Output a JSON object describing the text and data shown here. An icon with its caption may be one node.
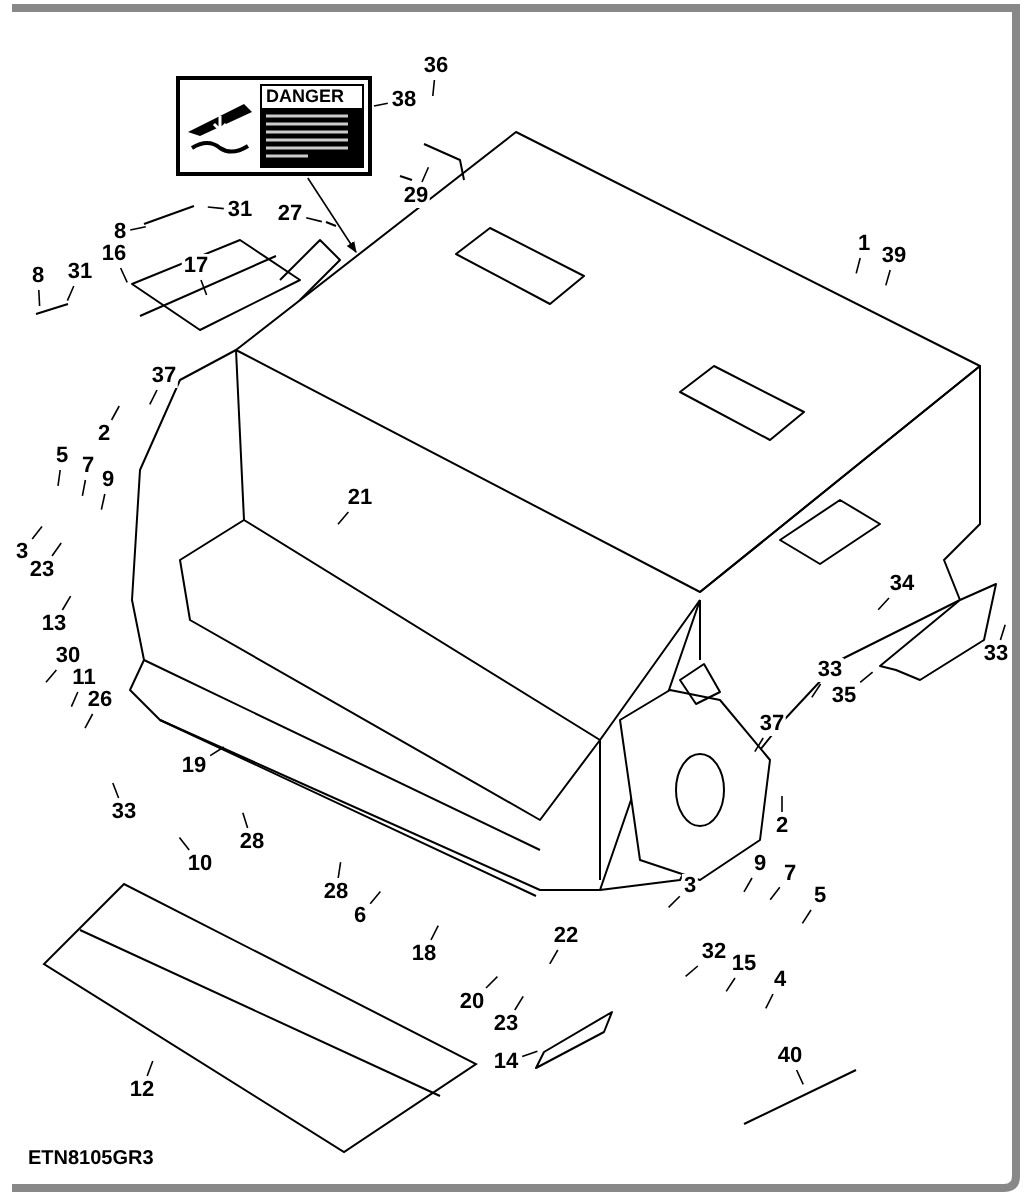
{
  "diagram": {
    "nodes": [
      {
        "text": [
          "36"
        ]
      },
      {
        "text": [
          "DANGER"
        ]
      },
      {
        "text": [
          "38"
        ]
      },
      {
        "text": [
          "29"
        ]
      },
      {
        "text": [
          "27"
        ]
      },
      {
        "text": [
          "31"
        ]
      },
      {
        "text": [
          "8"
        ]
      },
      {
        "text": [
          "1"
        ]
      },
      {
        "text": [
          "39"
        ]
      },
      {
        "text": [
          "16"
        ]
      },
      {
        "text": [
          "17"
        ]
      },
      {
        "text": [
          "31"
        ]
      },
      {
        "text": [
          "8"
        ]
      },
      {
        "text": [
          "37"
        ]
      },
      {
        "text": [
          "2"
        ]
      },
      {
        "text": [
          "5"
        ]
      },
      {
        "text": [
          "7"
        ]
      },
      {
        "text": [
          "9"
        ]
      },
      {
        "text": [
          "21"
        ]
      },
      {
        "text": [
          "3"
        ]
      },
      {
        "text": [
          "23"
        ]
      },
      {
        "text": [
          "34"
        ]
      },
      {
        "text": [
          "13"
        ]
      },
      {
        "text": [
          "33"
        ]
      },
      {
        "text": [
          "30"
        ]
      },
      {
        "text": [
          "33"
        ]
      },
      {
        "text": [
          "11"
        ]
      },
      {
        "text": [
          "35"
        ]
      },
      {
        "text": [
          "26"
        ]
      },
      {
        "text": [
          "37"
        ]
      },
      {
        "text": [
          "19"
        ]
      },
      {
        "text": [
          "33"
        ]
      },
      {
        "text": [
          "2"
        ]
      },
      {
        "text": [
          "28"
        ]
      },
      {
        "text": [
          "10"
        ]
      },
      {
        "text": [
          "9"
        ]
      },
      {
        "text": [
          "7"
        ]
      },
      {
        "text": [
          "3"
        ]
      },
      {
        "text": [
          "5"
        ]
      },
      {
        "text": [
          "28"
        ]
      },
      {
        "text": [
          "6"
        ]
      },
      {
        "text": [
          "22"
        ]
      },
      {
        "text": [
          "32"
        ]
      },
      {
        "text": [
          "18"
        ]
      },
      {
        "text": [
          "15"
        ]
      },
      {
        "text": [
          "4"
        ]
      },
      {
        "text": [
          "20"
        ]
      },
      {
        "text": [
          "23"
        ]
      },
      {
        "text": [
          "40"
        ]
      },
      {
        "text": [
          "14"
        ]
      },
      {
        "text": [
          "12"
        ]
      }
    ],
    "edges": [
      {
        "from": 0,
        "to": null,
        "arrow": "none"
      },
      {
        "from": 1,
        "to": null,
        "arrow": "to"
      },
      {
        "from": 2,
        "to": 1,
        "arrow": "none"
      },
      {
        "from": 3,
        "to": null,
        "arrow": "none"
      },
      {
        "from": 4,
        "to": null,
        "arrow": "none"
      },
      {
        "from": 5,
        "to": null,
        "arrow": "none"
      },
      {
        "from": 6,
        "to": null,
        "arrow": "none"
      },
      {
        "from": 7,
        "to": null,
        "arrow": "none"
      },
      {
        "from": 8,
        "to": null,
        "arrow": "none"
      },
      {
        "from": 9,
        "to": null,
        "arrow": "none"
      },
      {
        "from": 10,
        "to": null,
        "arrow": "none"
      },
      {
        "from": 11,
        "to": null,
        "arrow": "none"
      },
      {
        "from": 12,
        "to": null,
        "arrow": "none"
      },
      {
        "from": 13,
        "to": null,
        "arrow": "none"
      },
      {
        "from": 14,
        "to": null,
        "arrow": "none"
      },
      {
        "from": 15,
        "to": null,
        "arrow": "none"
      },
      {
        "from": 16,
        "to": null,
        "arrow": "none"
      },
      {
        "from": 17,
        "to": null,
        "arrow": "none"
      },
      {
        "from": 18,
        "to": null,
        "arrow": "none"
      },
      {
        "from": 19,
        "to": null,
        "arrow": "none"
      },
      {
        "from": 20,
        "to": null,
        "arrow": "none"
      },
      {
        "from": 21,
        "to": null,
        "arrow": "none"
      },
      {
        "from": 22,
        "to": null,
        "arrow": "none"
      },
      {
        "from": 23,
        "to": null,
        "arrow": "none"
      },
      {
        "from": 24,
        "to": null,
        "arrow": "none"
      },
      {
        "from": 25,
        "to": null,
        "arrow": "none"
      },
      {
        "from": 26,
        "to": null,
        "arrow": "none"
      },
      {
        "from": 27,
        "to": null,
        "arrow": "none"
      },
      {
        "from": 28,
        "to": null,
        "arrow": "none"
      },
      {
        "from": 29,
        "to": null,
        "arrow": "none"
      },
      {
        "from": 30,
        "to": null,
        "arrow": "none"
      },
      {
        "from": 31,
        "to": null,
        "arrow": "none"
      },
      {
        "from": 32,
        "to": null,
        "arrow": "none"
      },
      {
        "from": 33,
        "to": null,
        "arrow": "none"
      },
      {
        "from": 34,
        "to": null,
        "arrow": "none"
      },
      {
        "from": 35,
        "to": null,
        "arrow": "none"
      },
      {
        "from": 36,
        "to": null,
        "arrow": "none"
      },
      {
        "from": 37,
        "to": null,
        "arrow": "none"
      },
      {
        "from": 38,
        "to": null,
        "arrow": "none"
      },
      {
        "from": 39,
        "to": null,
        "arrow": "none"
      },
      {
        "from": 40,
        "to": null,
        "arrow": "none"
      },
      {
        "from": 41,
        "to": null,
        "arrow": "none"
      },
      {
        "from": 42,
        "to": null,
        "arrow": "none"
      },
      {
        "from": 43,
        "to": null,
        "arrow": "none"
      },
      {
        "from": 44,
        "to": null,
        "arrow": "none"
      },
      {
        "from": 45,
        "to": null,
        "arrow": "none"
      },
      {
        "from": 46,
        "to": null,
        "arrow": "none"
      },
      {
        "from": 47,
        "to": null,
        "arrow": "none"
      },
      {
        "from": 48,
        "to": null,
        "arrow": "none"
      },
      {
        "from": 49,
        "to": null,
        "arrow": "none"
      },
      {
        "from": 50,
        "to": null,
        "arrow": "none"
      }
    ],
    "labels": [
      "ETN8105GR3"
    ]
  }
}
